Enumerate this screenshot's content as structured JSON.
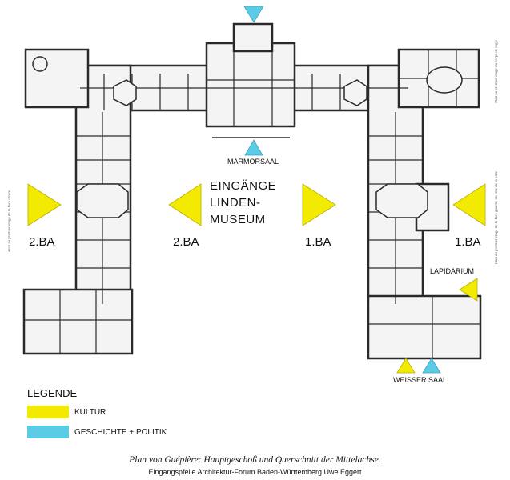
{
  "labels": {
    "marmorsaal": "MARMORSAAL",
    "center_line1": "EINGÄNGE",
    "center_line2": "LINDEN-",
    "center_line3": "MUSEUM",
    "ba2_left": "2.BA",
    "ba2_center": "2.BA",
    "ba1_center": "1.BA",
    "ba1_right": "1.BA",
    "lapidarium": "LAPIDARIUM",
    "weisser_saal": "WEISSER SAAL"
  },
  "legend": {
    "title": "LEGENDE",
    "items": [
      {
        "label": "KULTUR",
        "color": "#f2ea00"
      },
      {
        "label": "GESCHICHTE + POLITIK",
        "color": "#5ccbe6"
      }
    ]
  },
  "caption": "Plan von Guépière: Hauptgeschoß und Querschnitt der Mittelachse.",
  "credit": "Eingangspfeile Architektur-Forum Baden-Württemberg Uwe Eggert",
  "side_notes": {
    "left": "Plan au premier étage de la face droite",
    "right": "Plan au premier étage de la face gauche du côté de la ville",
    "top_right": "Plan au premier étage du corps de logis"
  },
  "colors": {
    "kultur": "#f2ea00",
    "geschichte": "#5ccbe6",
    "wall": "#2a2a2a",
    "floor": "#f4f4f4"
  },
  "icons": {
    "entrance_arrow_culture": "yellow-triangle",
    "entrance_arrow_history": "blue-triangle"
  }
}
